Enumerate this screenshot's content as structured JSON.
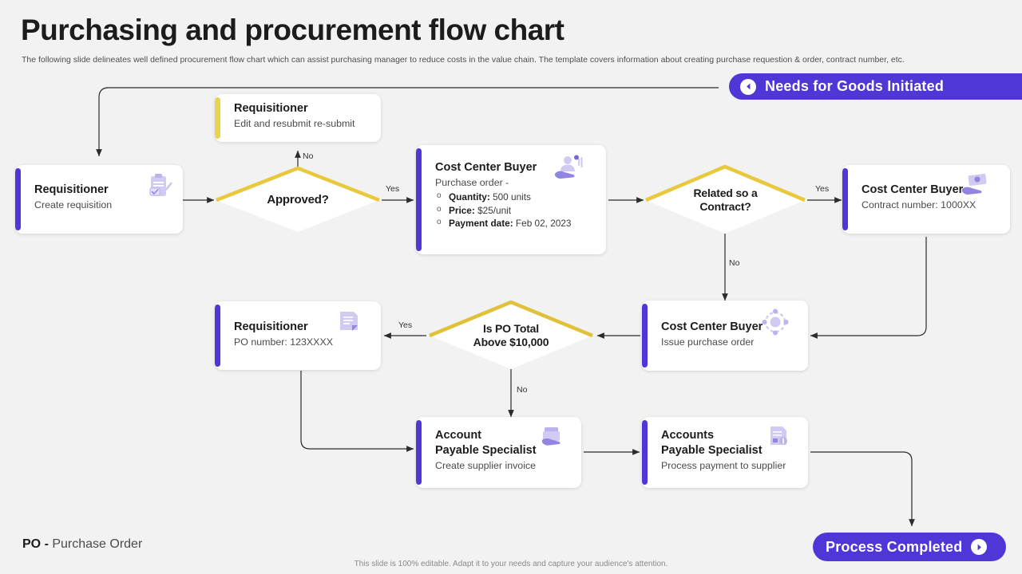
{
  "header": {
    "title": "Purchasing and procurement flow chart",
    "subtitle": "The following slide delineates well defined procurement flow chart which can assist purchasing manager to reduce costs in the value chain. The template covers information about creating purchase requestion & order, contract number, etc."
  },
  "banners": {
    "start": {
      "label": "Needs for Goods Initiated",
      "icon": "circle-left-arrow-icon"
    },
    "end": {
      "label": "Process Completed",
      "icon": "circle-right-arrow-icon"
    }
  },
  "nodes": {
    "requisition": {
      "title": "Requisitioner",
      "subtitle": "Create requisition",
      "icon": "clipboard-check-icon",
      "accent": "#4f36d6"
    },
    "resubmit": {
      "title": "Requisitioner",
      "subtitle": "Edit and resubmit re-submit",
      "accent": "#e8d44d"
    },
    "purchase_order": {
      "title": "Cost Center Buyer",
      "subtitle": "Purchase order -",
      "icon": "hand-bag-icon",
      "accent": "#4f36d6",
      "items": [
        {
          "label": "Quantity:",
          "value": "500 units"
        },
        {
          "label": "Price:",
          "value": "$25/unit"
        },
        {
          "label": "Payment date:",
          "value": "Feb 02, 2023"
        }
      ]
    },
    "contract": {
      "title": "Cost Center Buyer",
      "subtitle": "Contract number: 1000XX",
      "icon": "money-hand-icon",
      "accent": "#4f36d6"
    },
    "issue_po": {
      "title": "Cost Center Buyer",
      "subtitle": "Issue purchase order",
      "icon": "gear-network-icon",
      "accent": "#4f36d6"
    },
    "po_number": {
      "title": "Requisitioner",
      "subtitle": "PO number: 123XXXX",
      "icon": "document-edit-icon",
      "accent": "#4f36d6"
    },
    "supplier_invoice": {
      "title_line1": "Account",
      "title_line2": "Payable Specialist",
      "subtitle": "Create supplier invoice",
      "icon": "invoice-stack-icon",
      "accent": "#4f36d6"
    },
    "payment": {
      "title_line1": "Accounts",
      "title_line2": "Payable Specialist",
      "subtitle": "Process payment to supplier",
      "icon": "payment-document-icon",
      "accent": "#4f36d6"
    }
  },
  "decisions": {
    "approved": {
      "text": "Approved?",
      "border": "#e8c93d"
    },
    "contract_related": {
      "line1": "Related so a",
      "line2": "Contract?",
      "border": "#e8c93d"
    },
    "po_total": {
      "line1": "Is PO Total",
      "line2": "Above $10,000",
      "border": "#e0c13a"
    }
  },
  "edge_labels": {
    "approved_no": "No",
    "approved_yes": "Yes",
    "contract_yes": "Yes",
    "contract_no": "No",
    "po_total_yes": "Yes",
    "po_total_no": "No"
  },
  "footer": {
    "legend_abbr": "PO -",
    "legend_text": "Purchase Order",
    "attribution": "This slide is 100% editable. Adapt it to your needs and capture your audience's attention."
  },
  "colors": {
    "accent_purple": "#4f36d6",
    "accent_yellow": "#e8d44d",
    "background": "#f2f2f2",
    "card_bg": "#ffffff",
    "text_dark": "#1c1c1c"
  }
}
